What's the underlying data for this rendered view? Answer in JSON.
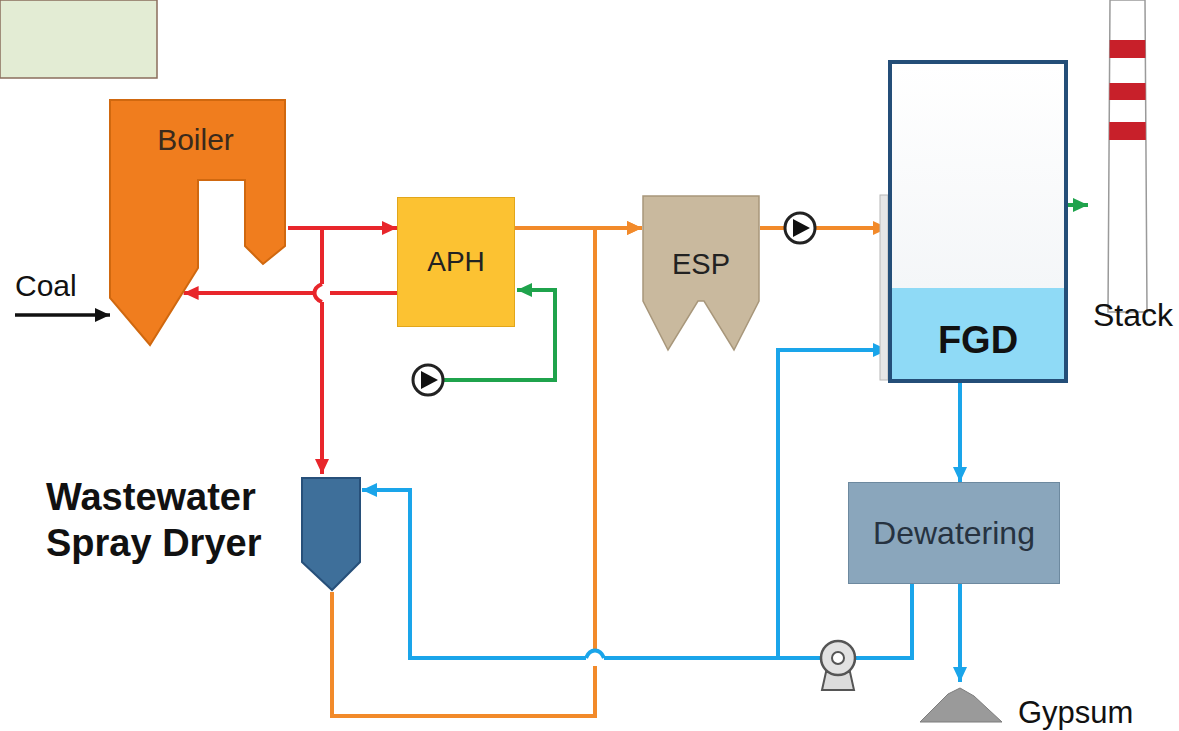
{
  "diagram": {
    "nodes": [
      {
        "text": [
          "Boiler"
        ]
      },
      {
        "text": [
          "APH"
        ]
      },
      {
        "text": [
          "ESP"
        ]
      },
      {
        "text": [
          "FGD"
        ]
      },
      {
        "text": [
          "Stack"
        ]
      },
      {
        "text": [
          "Wastewater Spray Dryer"
        ]
      },
      {
        "text": [
          "Dewatering"
        ]
      },
      {
        "text": [
          "Gypsum"
        ]
      }
    ],
    "edges": [
      {
        "from": 0,
        "to": 1,
        "arrow": "to"
      },
      {
        "from": 1,
        "to": 0,
        "arrow": "to"
      },
      {
        "from": 0,
        "to": 5,
        "arrow": "to"
      },
      {
        "from": 1,
        "to": 2,
        "arrow": "to"
      },
      {
        "from": 5,
        "to": 2,
        "arrow": "to"
      },
      {
        "from": 2,
        "to": 3,
        "arrow": "to"
      },
      {
        "from": 3,
        "to": 4,
        "arrow": "to"
      },
      {
        "from": 3,
        "to": 6,
        "arrow": "to"
      },
      {
        "from": 6,
        "to": 7,
        "arrow": "to"
      },
      {
        "from": 6,
        "to": 3,
        "arrow": "to"
      },
      {
        "from": 6,
        "to": 5,
        "arrow": "to"
      }
    ],
    "labels": [
      "Coal"
    ]
  }
}
